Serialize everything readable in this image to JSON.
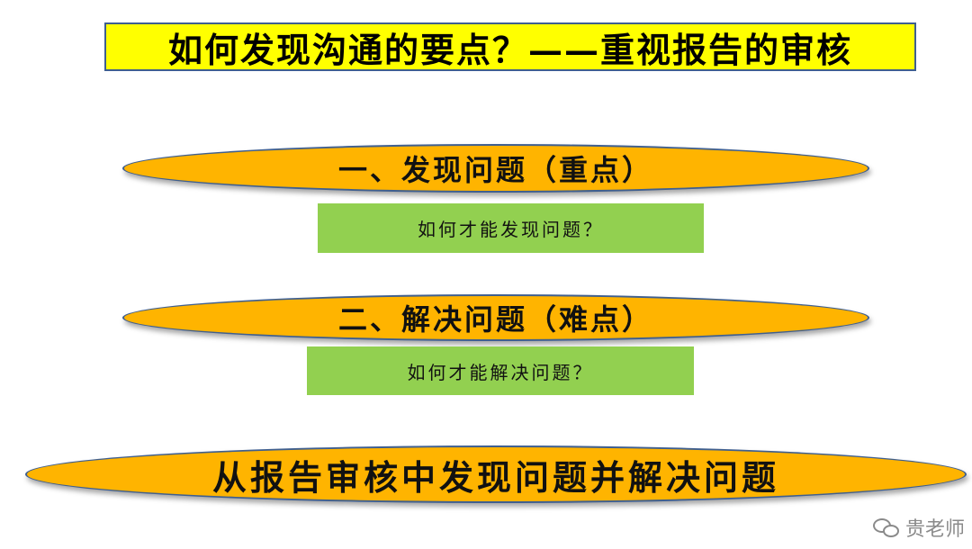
{
  "title": "如何发现沟通的要点？——重视报告的审核",
  "sections": [
    {
      "heading": "一、发现问题（重点）",
      "question": "如何才能发现问题？"
    },
    {
      "heading": "二、解决问题（难点）",
      "question": "如何才能解决问题？"
    }
  ],
  "conclusion": "从报告审核中发现问题并解决问题",
  "watermark": {
    "text": "贵老师",
    "icon": "wechat-icon"
  },
  "colors": {
    "title_bg": "#ffff00",
    "ellipse_fill": "#ffb400",
    "green_box": "#92d050",
    "border": "#3f5f8f"
  }
}
